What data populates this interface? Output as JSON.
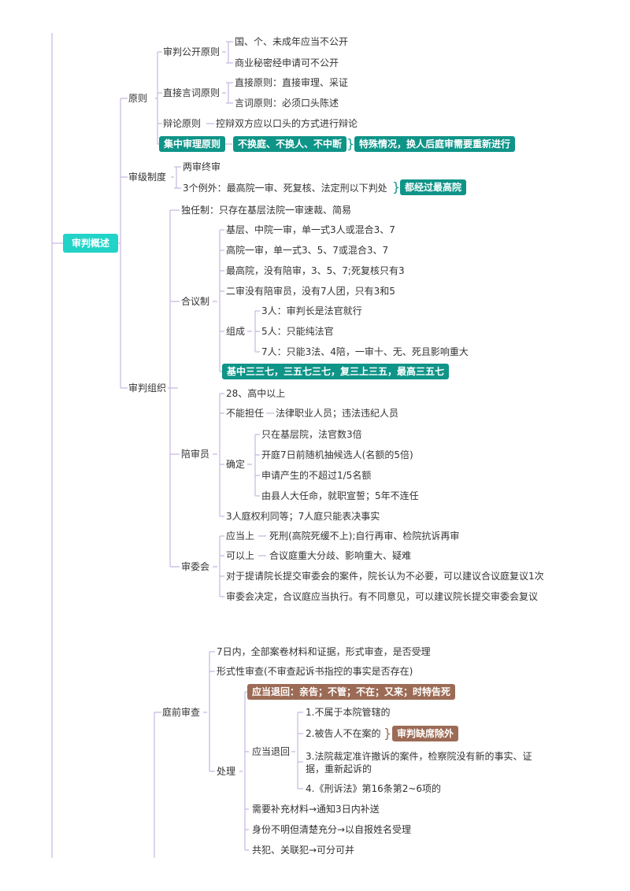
{
  "root": "审判概述",
  "colors": {
    "line": "#c8b8e0",
    "teal": "#0f9488",
    "brown": "#9c6b55",
    "root": "#22d3c8"
  },
  "yuanze": {
    "label": "原则",
    "gongkai": {
      "label": "审判公开原则",
      "items": [
        "国、个、未成年应当不公开",
        "商业秘密经申请可不公开"
      ]
    },
    "zhijie": {
      "label": "直接言词原则",
      "items": [
        "直接原则：直接审理、采证",
        "言词原则：必须口头陈述"
      ]
    },
    "bianlun": {
      "label": "辩论原则",
      "text": "控辩双方应以口头的方式进行辩论"
    },
    "jizhong": {
      "label": "集中审理原则",
      "text": "不换庭、不换人、不中断",
      "note": "特殊情况，换人后庭审需要重新进行"
    }
  },
  "shenji": {
    "label": "审级制度",
    "items": [
      "两审终审",
      "3个例外：最高院一审、死复核、法定刑以下判处"
    ],
    "note": "都经过最高院"
  },
  "zuzhi": {
    "label": "审判组织",
    "duren": "独任制：只存在基层法院一审速裁、简易",
    "heyi": {
      "label": "合议制",
      "items": [
        "基层、中院一审，单一式3人或混合3、7",
        "高院一审，单一式3、5、7或混合3、7",
        "最高院，没有陪审，3、5、7;死复核只有3",
        "二审没有陪审员，没有7人团，只有3和5"
      ],
      "zucheng": {
        "label": "组成",
        "items": [
          "3人：审判长是法官就行",
          "5人：只能纯法官",
          "7人：只能3法、4陪，一审十、无、死且影响重大"
        ]
      },
      "summary": "基中三三七，三五七三七，复三上三五，最高三五七"
    },
    "peishen": {
      "label": "陪审员",
      "age": "28、高中以上",
      "buneng": {
        "label": "不能担任",
        "text": "法律职业人员；违法违纪人员"
      },
      "queding": {
        "label": "确定",
        "items": [
          "只在基层院，法官数3倍",
          "开庭7日前随机抽候选人(名额的5倍)",
          "申请产生的不超过1/5名额",
          "由县人大任命，就职宣誓；5年不连任"
        ]
      },
      "quanli": "3人庭权利同等；7人庭只能表决事实"
    },
    "shenwei": {
      "label": "审委会",
      "yingdang": {
        "label": "应当上",
        "text": "死刑(高院死缓不上);自行再审、检院抗诉再审"
      },
      "keyi": {
        "label": "可以上",
        "text": "合议庭重大分歧、影响重大、疑难"
      },
      "items": [
        "对于提请院长提交审委会的案件，院长认为不必要，可以建议合议庭复议1次",
        "审委会决定，合议庭应当执行。有不同意见，可以建议院长提交审委会复议"
      ]
    }
  },
  "tingqian": {
    "label": "庭前审查",
    "items": [
      "7日内，全部案卷材料和证据，形式审查，是否受理",
      "形式性审查(不审查起诉书指控的事实是否存在)"
    ],
    "chuli": {
      "label": "处理",
      "tag": "应当退回：亲告；不管；不在；又来；时特告死",
      "tuihui": {
        "label": "应当退回",
        "items": [
          "1.不属于本院管辖的",
          "2.被告人不在案的",
          "3.法院裁定准许撤诉的案件，检察院没有新的事实、证据，重新起诉的",
          "4.《刑诉法》第16条第2~6项的"
        ],
        "note": "审判缺席除外"
      },
      "items": [
        "需要补充材料→通知3日内补送",
        "身份不明但清楚充分→以自报姓名受理",
        "共犯、关联犯→可分可并"
      ]
    }
  }
}
